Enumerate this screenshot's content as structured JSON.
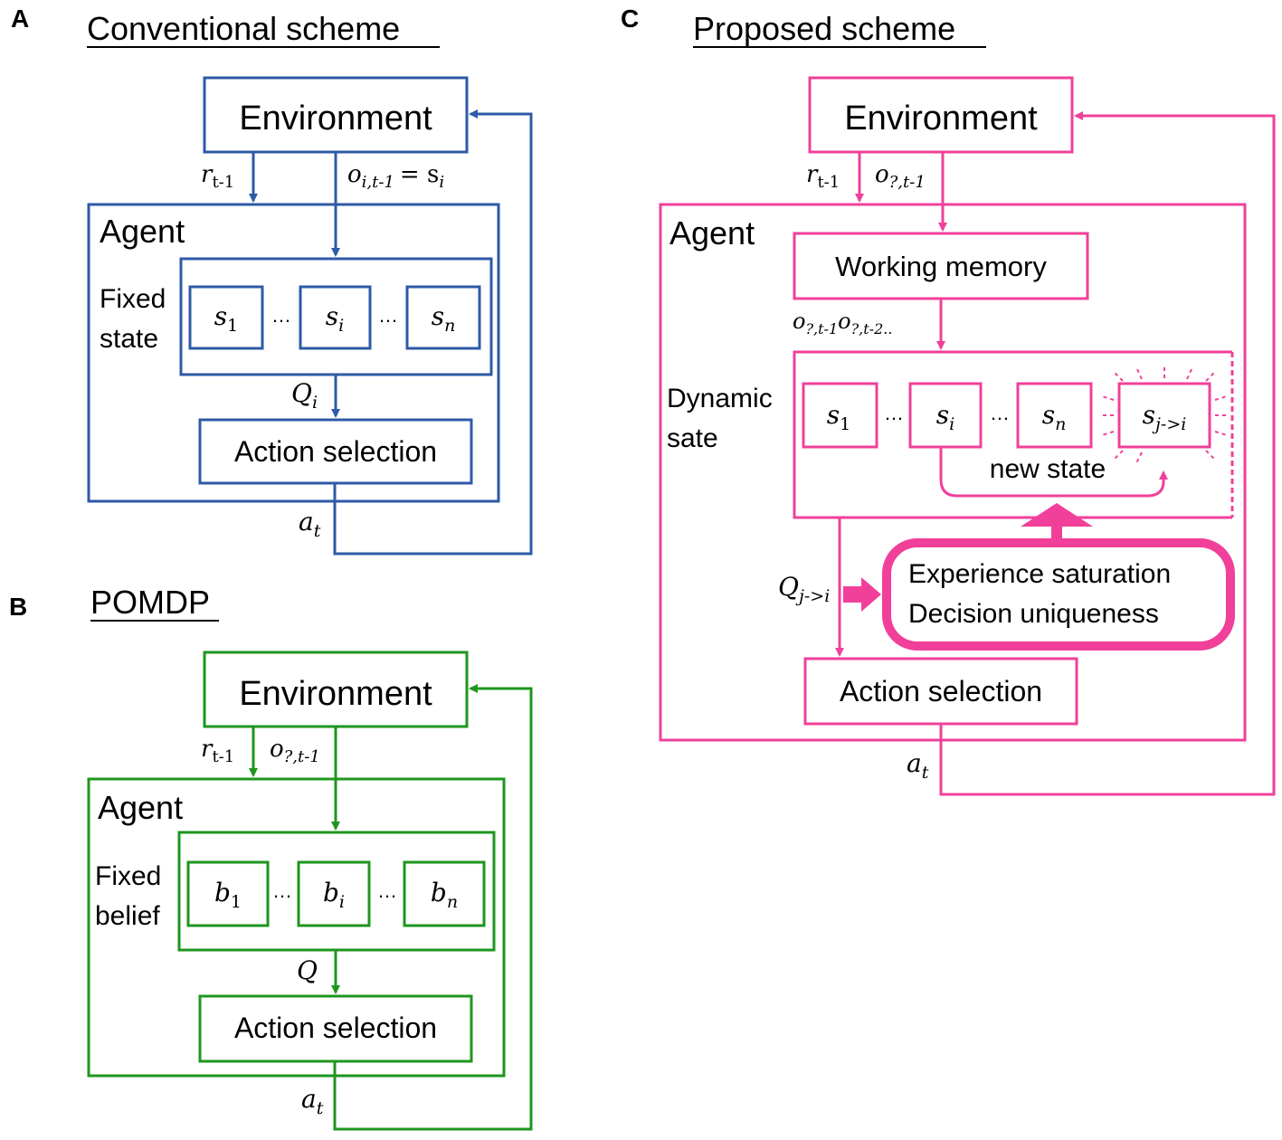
{
  "colors": {
    "panel_a": "#2e5aa7",
    "panel_b": "#1e961e",
    "panel_c": "#f0409a"
  },
  "panel_a": {
    "letter": "A",
    "title": "Conventional scheme",
    "environment": "Environment",
    "agent": "Agent",
    "side_label_line1": "Fixed",
    "side_label_line2": "state",
    "reward_label": "r",
    "reward_sub": "t-1",
    "obs_label": "o",
    "obs_sub": "i,t-1",
    "obs_eq": "= s",
    "obs_eq_sub": "i",
    "states": [
      {
        "base": "s",
        "sub": "1"
      },
      {
        "base": "s",
        "sub": "i"
      },
      {
        "base": "s",
        "sub": "n"
      }
    ],
    "ellipsis": "…",
    "q_label": "Q",
    "q_sub": "i",
    "action_selection": "Action selection",
    "action_label": "a",
    "action_sub": "t"
  },
  "panel_b": {
    "letter": "B",
    "title": "POMDP",
    "environment": "Environment",
    "agent": "Agent",
    "side_label_line1": "Fixed",
    "side_label_line2": "belief",
    "reward_label": "r",
    "reward_sub": "t-1",
    "obs_label": "o",
    "obs_sub": "?,t-1",
    "states": [
      {
        "base": "b",
        "sub": "1"
      },
      {
        "base": "b",
        "sub": "i"
      },
      {
        "base": "b",
        "sub": "n"
      }
    ],
    "ellipsis": "…",
    "q_label": "Q",
    "action_selection": "Action selection",
    "action_label": "a",
    "action_sub": "t"
  },
  "panel_c": {
    "letter": "C",
    "title": "Proposed scheme",
    "environment": "Environment",
    "agent": "Agent",
    "working_memory": "Working memory",
    "reward_label": "r",
    "reward_sub": "t-1",
    "obs_label": "o",
    "obs_sub": "?,t-1",
    "wm_out_1": "o",
    "wm_out_1_sub": "?,t-1",
    "wm_out_2": "o",
    "wm_out_2_sub": "?,t-2..",
    "side_label_line1": "Dynamic",
    "side_label_line2": "sate",
    "states": [
      {
        "base": "s",
        "sub": "1"
      },
      {
        "base": "s",
        "sub": "i"
      },
      {
        "base": "s",
        "sub": "n"
      },
      {
        "base": "s",
        "sub": "j->i"
      }
    ],
    "ellipsis": "…",
    "new_state": "new state",
    "criteria_line1": "Experience saturation",
    "criteria_line2": "Decision uniqueness",
    "q_label": "Q",
    "q_sub": "j->i",
    "action_selection": "Action selection",
    "action_label": "a",
    "action_sub": "t"
  }
}
